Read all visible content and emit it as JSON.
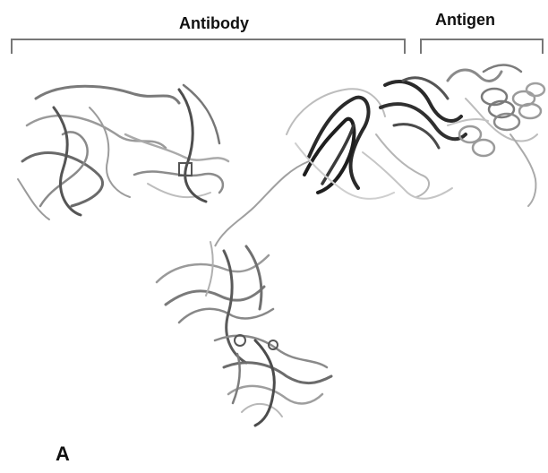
{
  "labels": {
    "antibody": "Antibody",
    "antigen": "Antigen",
    "panel": "A"
  },
  "colors": {
    "bracket": "#777777",
    "ribbon_light": "#b8b8b8",
    "ribbon_mid": "#7a7a7a",
    "ribbon_dark": "#2a2a2a",
    "text": "#111111"
  },
  "icons": {
    "fab_left": "protein-ribbon-icon",
    "fc_domain": "protein-ribbon-icon",
    "fab_right": "protein-ribbon-icon",
    "antigen": "protein-helix-icon"
  }
}
